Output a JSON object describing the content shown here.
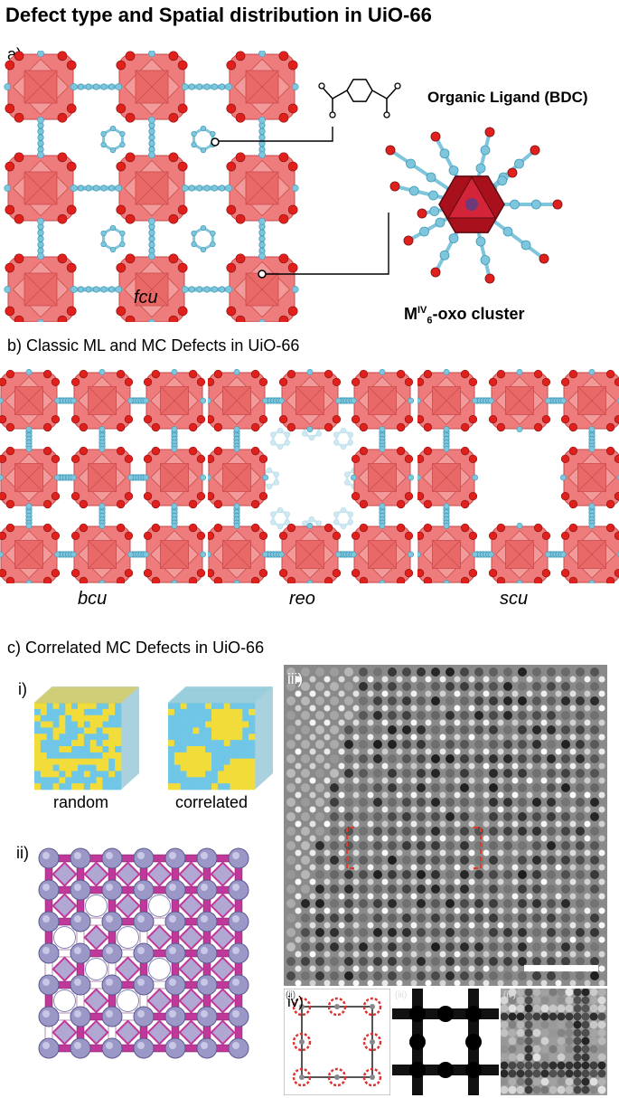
{
  "title": "Defect type and Spatial distribution in UiO-66",
  "panel_a": {
    "label": "a)",
    "net_label": "fcu",
    "ligand_label": "Organic Ligand (BDC)",
    "cluster_label_main": "M",
    "cluster_label_sup": "IV",
    "cluster_label_sub": "6",
    "cluster_label_rest": "-oxo cluster"
  },
  "panel_b": {
    "label": "b) Classic ML and MC Defects in UiO-66",
    "nets": [
      "bcu",
      "reo",
      "scu"
    ]
  },
  "panel_c": {
    "label": "c) Correlated MC Defects in UiO-66",
    "sub_i": "i)",
    "sub_ii": "ii)",
    "sub_iii": "iii)",
    "sub_iv": "iv)",
    "cube_random": "random",
    "cube_correlated": "correlated",
    "inset_labels": [
      "(ii)",
      "(iii)",
      "(iv)"
    ]
  },
  "colors": {
    "cluster": "#ee7c7c",
    "cluster_dark": "#c94a4a",
    "oxygen": "#e0201c",
    "linker": "#7fc6dd",
    "linker_faint": "#cfe9f2",
    "cube_yellow": "#f2dc3a",
    "cube_blue": "#6fc6e6",
    "lattice_purple": "#9b98c8",
    "lattice_magenta": "#c0389a"
  }
}
